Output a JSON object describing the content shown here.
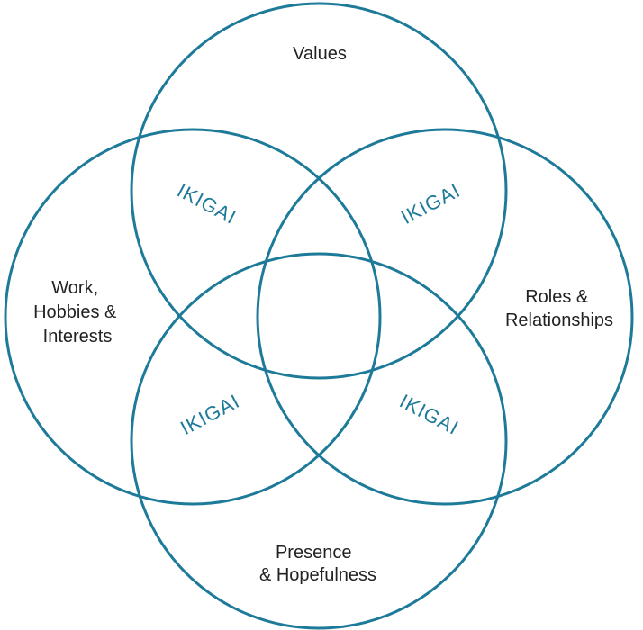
{
  "diagram": {
    "accent_color": "#1d7a99",
    "text_color": "#222222",
    "circles": {
      "values": {
        "lines": [
          "Values"
        ]
      },
      "work": {
        "lines": [
          "Work,",
          "Hobbies &",
          "Interests"
        ]
      },
      "roles": {
        "lines": [
          "Roles &",
          "Relationships"
        ]
      },
      "presence": {
        "lines": [
          "Presence",
          "& Hopefulness"
        ]
      }
    },
    "overlaps": {
      "top_left": "IKIGAI",
      "top_right": "IKIGAI",
      "bottom_left": "IKIGAI",
      "bottom_right": "IKIGAI"
    }
  }
}
